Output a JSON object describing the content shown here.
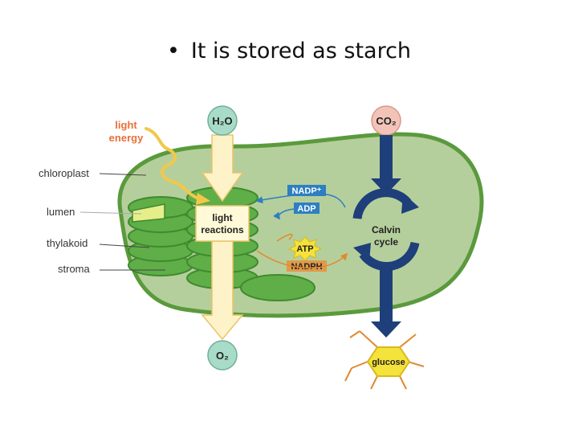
{
  "slide": {
    "title": "It is stored as starch",
    "bullet": "•"
  },
  "diagram": {
    "labels": {
      "light_energy_1": "light",
      "light_energy_2": "energy",
      "chloroplast": "chloroplast",
      "lumen": "lumen",
      "thylakoid": "thylakoid",
      "stroma": "stroma",
      "h2o": "H₂O",
      "co2": "CO₂",
      "o2": "O₂",
      "light_reactions_1": "light",
      "light_reactions_2": "reactions",
      "calvin_1": "Calvin",
      "calvin_2": "cycle",
      "nadp": "NADP⁺",
      "adp": "ADP",
      "atp": "ATP",
      "nadph": "NADPH",
      "glucose": "glucose"
    },
    "colors": {
      "chloroplast_fill": "#b5cf9c",
      "chloroplast_stroke": "#5a9a3c",
      "thylakoid": "#5fae48",
      "water_circle": "#a8dcc8",
      "co2_circle": "#f2c4b8",
      "calvin_arrow": "#1e3f7a",
      "nadp_box": "#2d7fc1",
      "nadph_box": "#e09a4a",
      "glucose": "#f5e23a",
      "light_energy_text": "#e8703a"
    }
  }
}
